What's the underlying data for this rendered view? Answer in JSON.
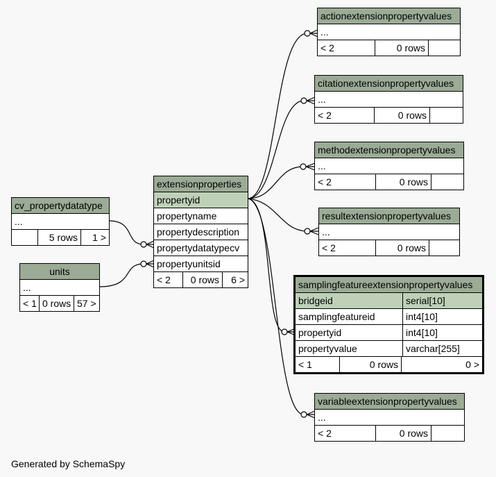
{
  "tables": {
    "actionext": {
      "name": "actionextensionpropertyvalues",
      "rows": [
        "..."
      ],
      "footer": [
        "< 2",
        "0 rows",
        ""
      ]
    },
    "citationext": {
      "name": "citationextensionpropertyvalues",
      "rows": [
        "..."
      ],
      "footer": [
        "< 2",
        "0 rows",
        ""
      ]
    },
    "methodext": {
      "name": "methodextensionpropertyvalues",
      "rows": [
        "..."
      ],
      "footer": [
        "< 2",
        "0 rows",
        ""
      ]
    },
    "resultext": {
      "name": "resultextensionpropertyvalues",
      "rows": [
        "..."
      ],
      "footer": [
        "< 2",
        "0 rows",
        ""
      ]
    },
    "extprops": {
      "name": "extensionproperties",
      "rows": [
        "propertyid",
        "propertyname",
        "propertydescription",
        "propertydatatypecv",
        "propertyunitsid"
      ],
      "footer": [
        "< 2",
        "0 rows",
        "6 >"
      ]
    },
    "cvpdt": {
      "name": "cv_propertydatatype",
      "rows": [
        "..."
      ],
      "footer": [
        "",
        "5 rows",
        "1 >"
      ]
    },
    "units": {
      "name": "units",
      "rows": [
        "..."
      ],
      "footer": [
        "< 1",
        "0 rows",
        "57 >"
      ]
    },
    "sfext": {
      "name": "samplingfeatureextensionpropertyvalues",
      "columns": [
        [
          "bridgeid",
          "serial[10]"
        ],
        [
          "samplingfeatureid",
          "int4[10]"
        ],
        [
          "propertyid",
          "int4[10]"
        ],
        [
          "propertyvalue",
          "varchar[255]"
        ]
      ],
      "footer": [
        "< 1",
        "0 rows",
        "0 >"
      ]
    },
    "varext": {
      "name": "variableextensionpropertyvalues",
      "rows": [
        "..."
      ],
      "footer": [
        "< 2",
        "0 rows",
        ""
      ]
    }
  },
  "generated_by": "Generated by SchemaSpy",
  "colors": {
    "header": "#9bab96",
    "primary_key": "#bed1b8",
    "background": "#f8f8f8"
  }
}
